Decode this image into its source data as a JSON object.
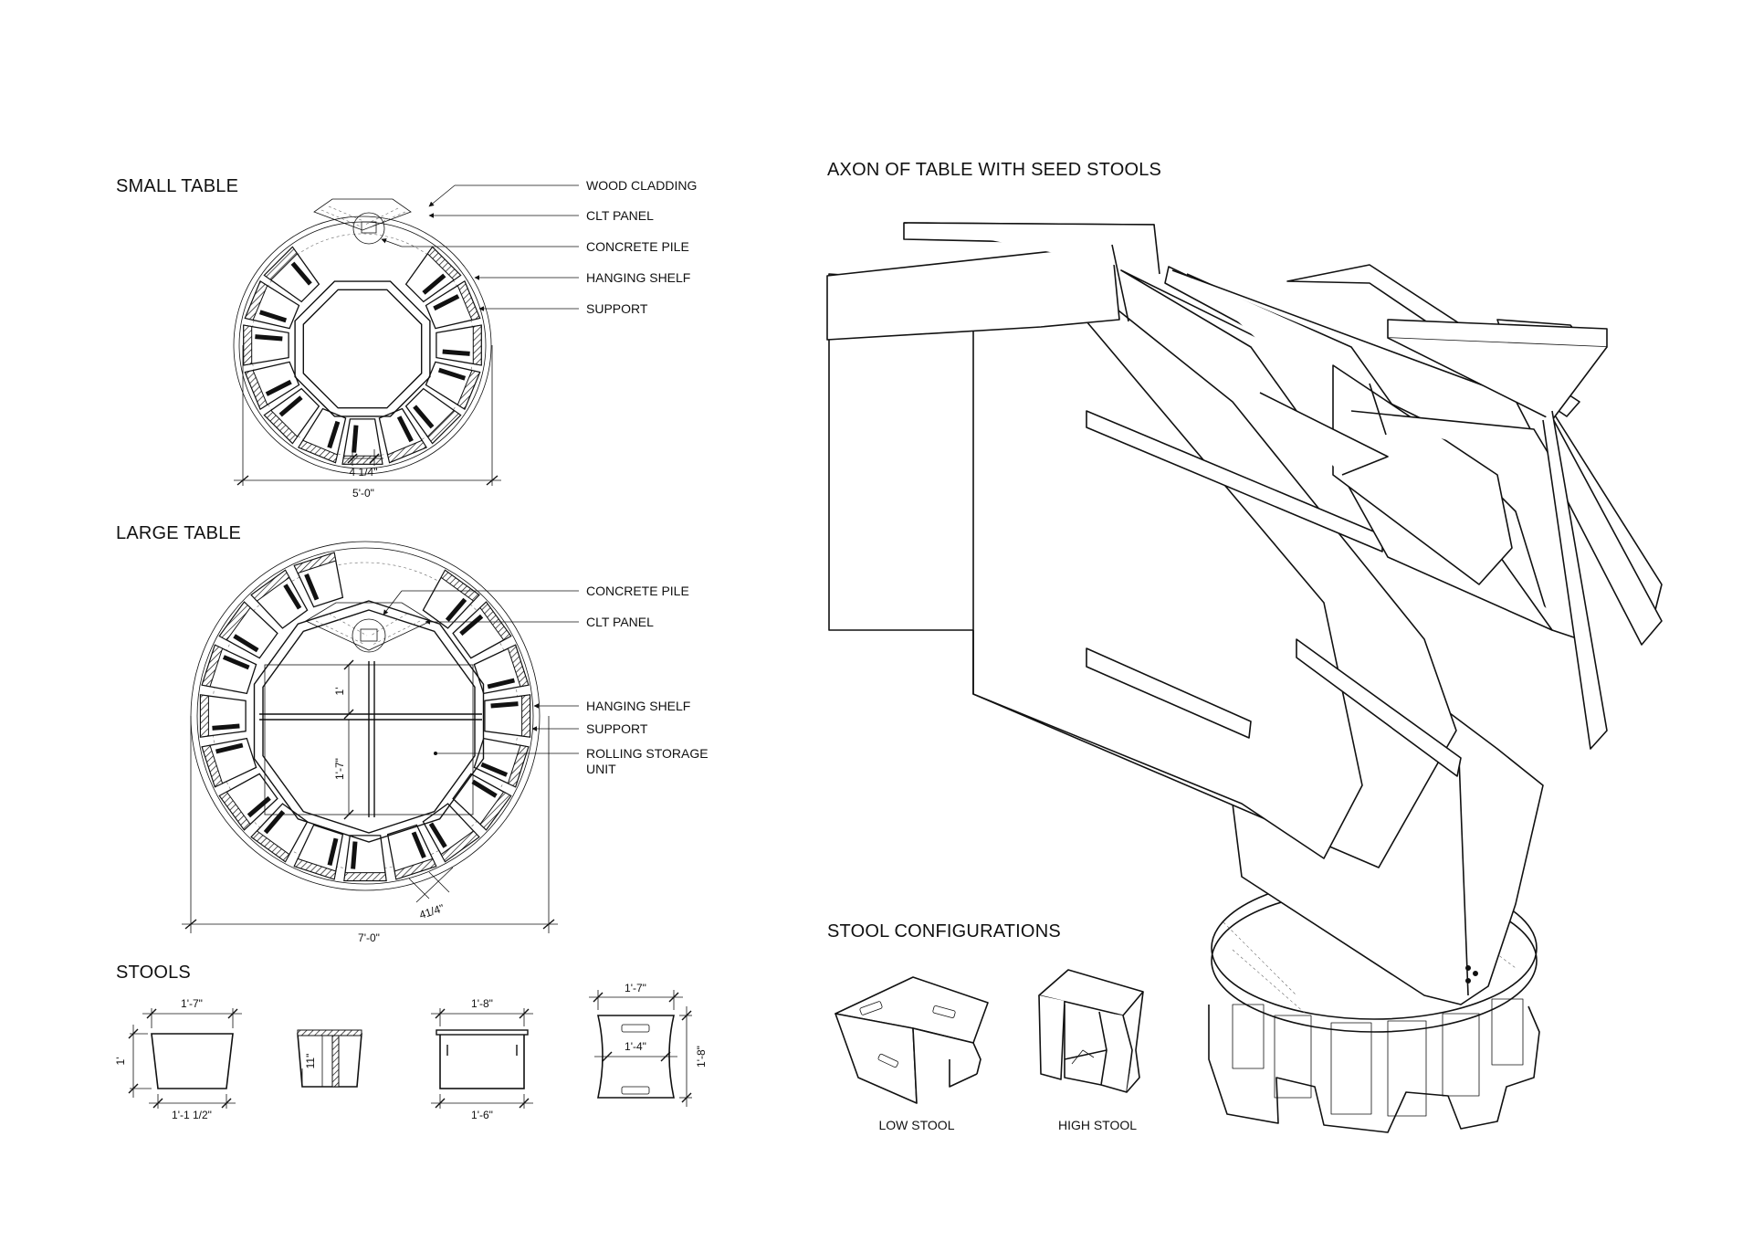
{
  "small_table": {
    "title": "SMALL TABLE",
    "callouts": [
      "WOOD CLADDING",
      "CLT PANEL",
      "CONCRETE  PILE",
      "HANGING SHELF",
      "SUPPORT"
    ],
    "dims": {
      "bay": "4 1/4\"",
      "overall": "5'-0\""
    }
  },
  "large_table": {
    "title": "LARGE TABLE",
    "callouts": [
      "CONCRETE  PILE",
      "CLT PANEL",
      "HANGING SHELF",
      "SUPPORT",
      "ROLLING STORAGE",
      "UNIT"
    ],
    "dims": {
      "upper": "1'",
      "lower": "1'-7\"",
      "bay": "41/4\"",
      "overall": "7'-0\""
    }
  },
  "stools": {
    "title": "STOOLS",
    "dims": {
      "s1_top": "1'-7\"",
      "s1_height": "1'",
      "s1_bottom": "1'-1 1/2\"",
      "s2_height": "11\"",
      "s3_top": "1'-8\"",
      "s3_bottom": "1'-6\"",
      "s4_top": "1'-7\"",
      "s4_mid": "1'-4\"",
      "s4_height": "1'-8\""
    }
  },
  "axon": {
    "title": "AXON OF TABLE WITH SEED STOOLS"
  },
  "stool_config": {
    "title": "STOOL CONFIGURATIONS",
    "low_label": "LOW STOOL",
    "high_label": "HIGH STOOL"
  }
}
